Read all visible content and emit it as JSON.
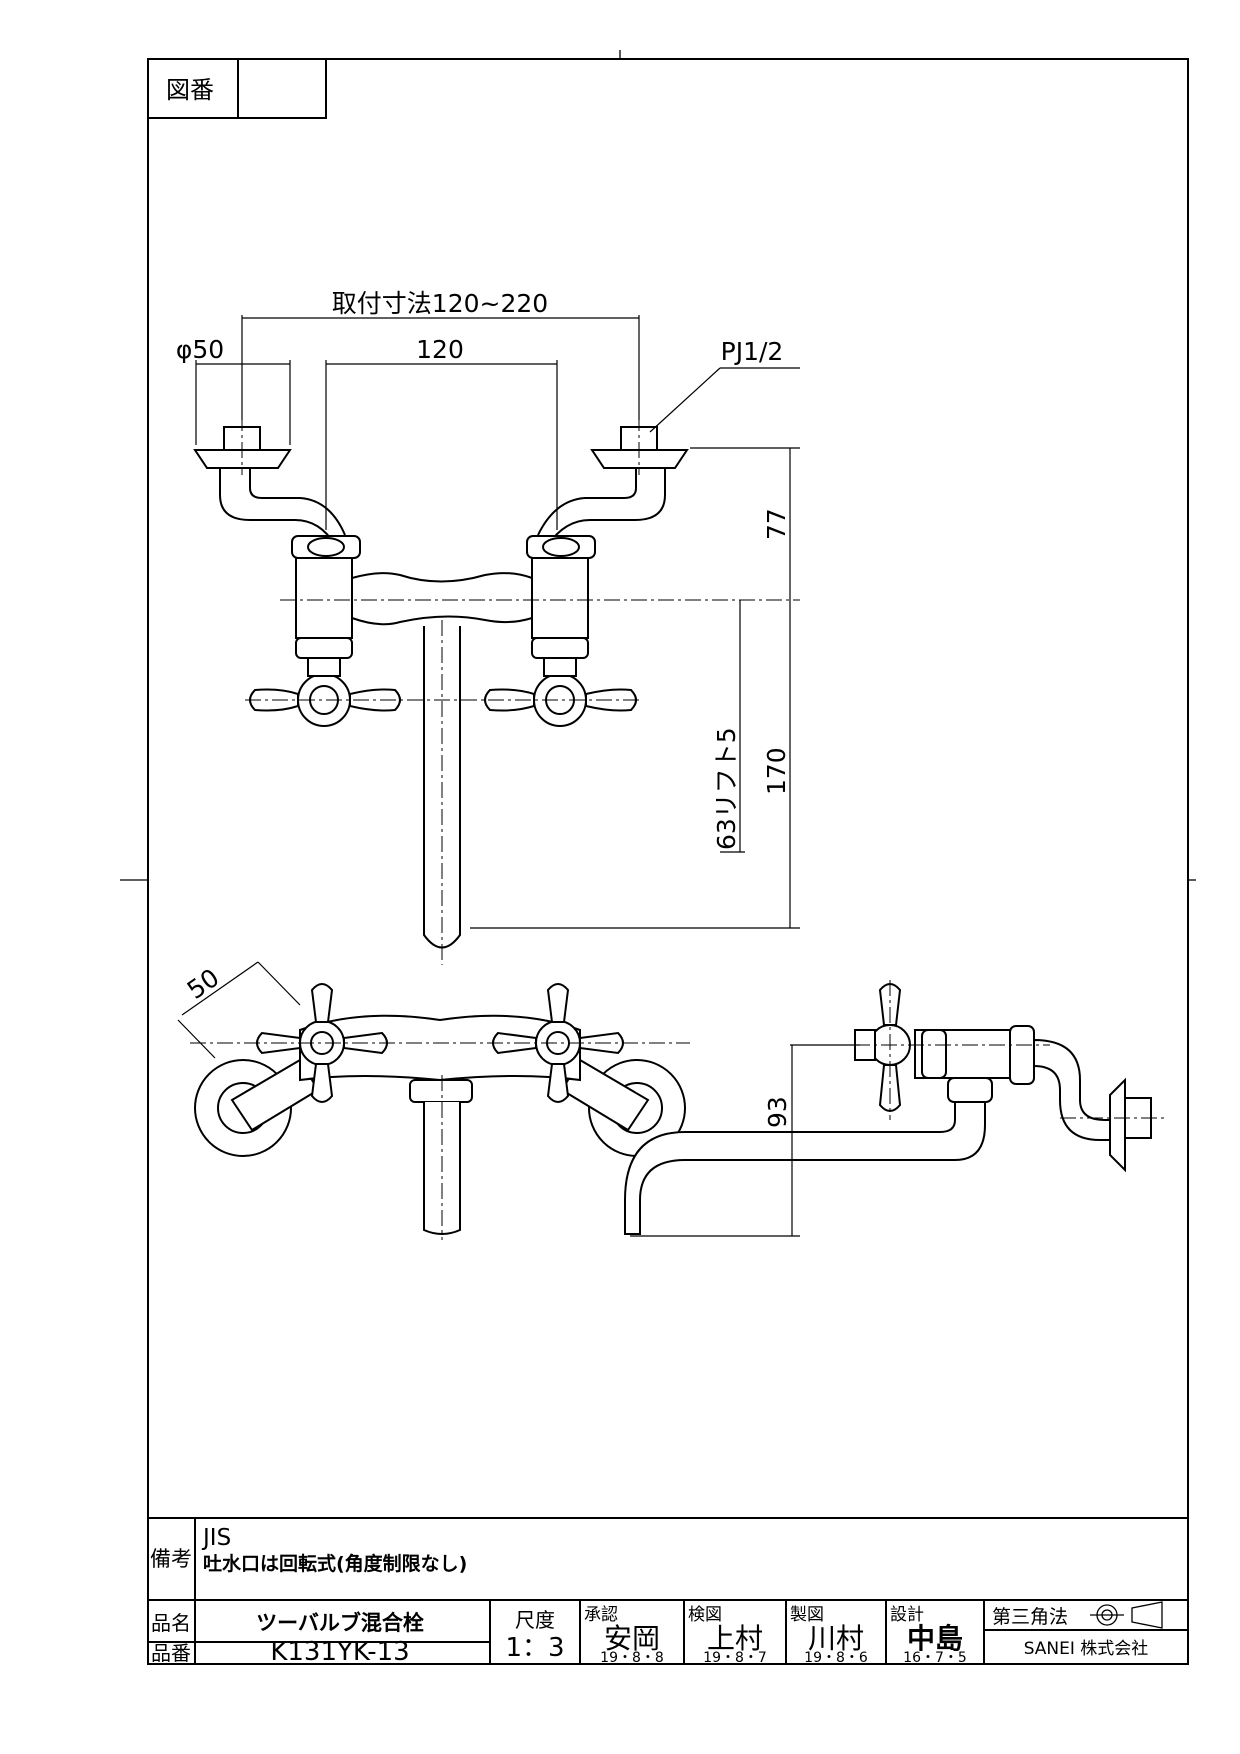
{
  "title_block": {
    "drawing_no_label": "図番",
    "drawing_no_value": "",
    "remarks_label": "備考",
    "remarks_line1": "JIS",
    "remarks_line2": "吐水口は回転式(角度制限なし)",
    "name_label": "品名",
    "name_value": "ツーバルブ混合栓",
    "code_label": "品番",
    "code_value": "K131YK-13",
    "scale_label": "尺度",
    "scale_value": "1：3",
    "approvals": [
      {
        "role": "承認",
        "name": "安岡",
        "date": "19・8・8"
      },
      {
        "role": "検図",
        "name": "上村",
        "date": "19・8・7"
      },
      {
        "role": "製図",
        "name": "川村",
        "date": "19・8・6"
      },
      {
        "role": "設計",
        "name": "中島",
        "date": "16・7・5"
      }
    ],
    "projection_label": "第三角法",
    "company": "SANEI 株式会社"
  },
  "dimensions": {
    "mount": "取付寸法120~220",
    "dia": "φ50",
    "center": "120",
    "thread": "PJ1/2",
    "h77": "77",
    "h170": "170",
    "h63": "63リフト5",
    "d50": "50",
    "h93": "93"
  }
}
